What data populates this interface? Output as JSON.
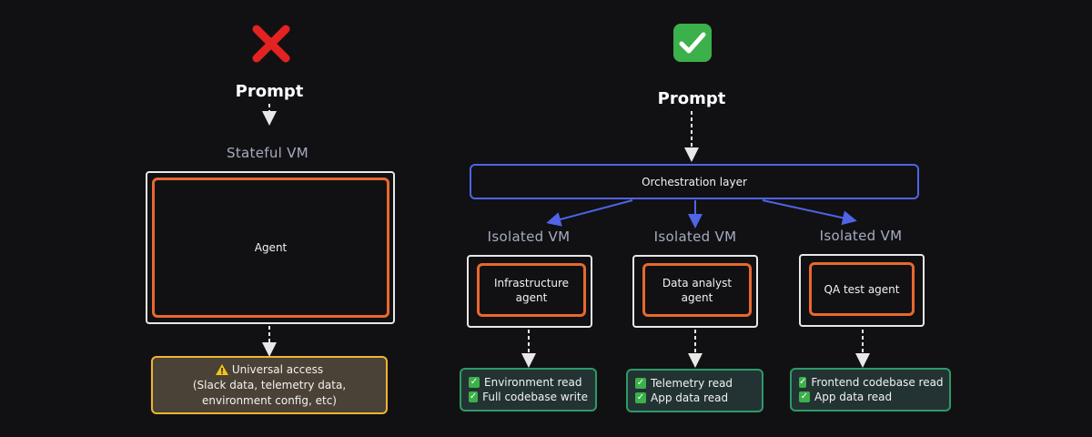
{
  "left": {
    "status_icon": "cross-mark-icon",
    "prompt": "Prompt",
    "vm_label": "Stateful VM",
    "agent": "Agent",
    "access_icon": "warning-icon",
    "access_lines": [
      "Universal access",
      "(Slack data, telemetry data,",
      "environment config, etc)"
    ]
  },
  "right": {
    "status_icon": "check-mark-icon",
    "prompt": "Prompt",
    "orchestration": "Orchestration layer",
    "vms": [
      {
        "label": "Isolated VM",
        "agent_lines": [
          "Infrastructure",
          "agent"
        ],
        "permissions": [
          "Environment read",
          "Full codebase write"
        ]
      },
      {
        "label": "Isolated VM",
        "agent_lines": [
          "Data analyst",
          "agent"
        ],
        "permissions": [
          "Telemetry read",
          "App data read"
        ]
      },
      {
        "label": "Isolated VM",
        "agent_lines": [
          "QA test agent"
        ],
        "permissions": [
          "Frontend codebase read",
          "App data read"
        ]
      }
    ]
  },
  "colors": {
    "background": "#111113",
    "agent_border": "#e8682e",
    "orchestration_border": "#4f64e6",
    "permission_border": "#2d9a67",
    "warning_border": "#f0b433",
    "cross": "#e32222",
    "check": "#3cb04a"
  }
}
